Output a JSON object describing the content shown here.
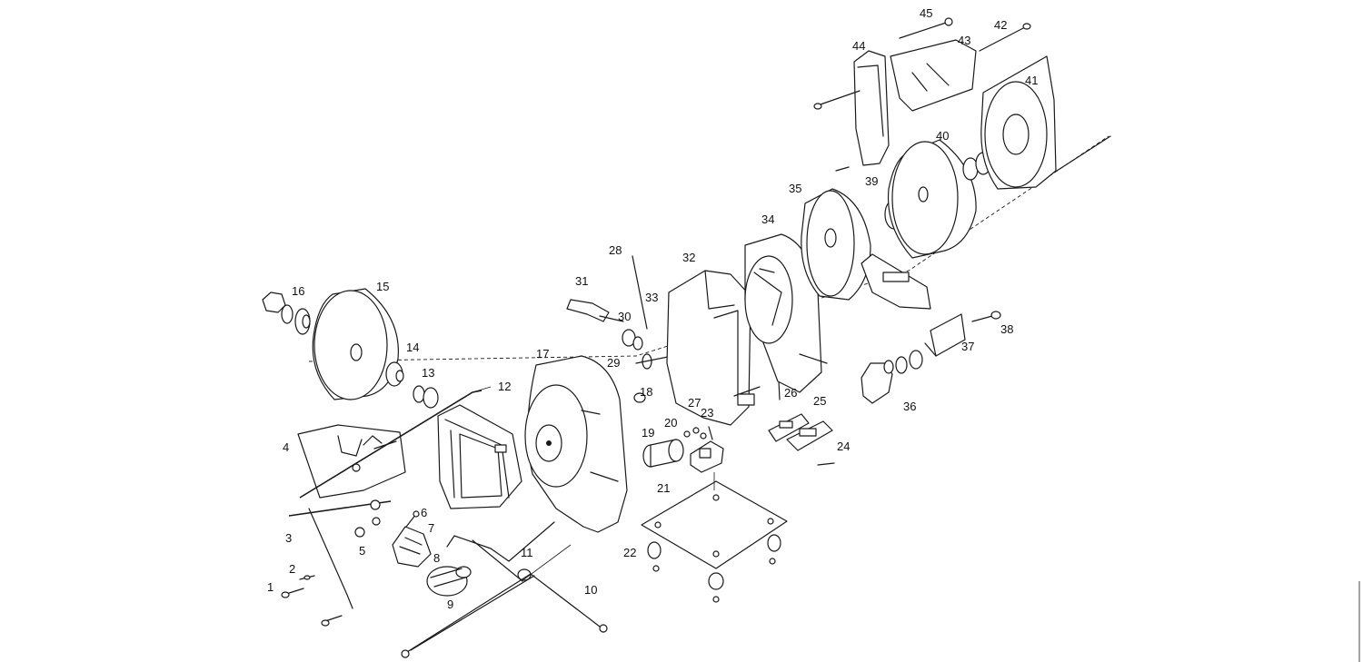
{
  "diagram": {
    "type": "exploded-parts-diagram",
    "parts": [
      {
        "num": "1"
      },
      {
        "num": "2"
      },
      {
        "num": "3"
      },
      {
        "num": "4"
      },
      {
        "num": "5"
      },
      {
        "num": "6"
      },
      {
        "num": "7"
      },
      {
        "num": "8"
      },
      {
        "num": "9"
      },
      {
        "num": "10"
      },
      {
        "num": "11"
      },
      {
        "num": "12"
      },
      {
        "num": "13"
      },
      {
        "num": "14"
      },
      {
        "num": "15"
      },
      {
        "num": "16"
      },
      {
        "num": "17"
      },
      {
        "num": "18"
      },
      {
        "num": "19"
      },
      {
        "num": "20"
      },
      {
        "num": "21"
      },
      {
        "num": "22"
      },
      {
        "num": "23"
      },
      {
        "num": "24"
      },
      {
        "num": "25"
      },
      {
        "num": "26"
      },
      {
        "num": "27"
      },
      {
        "num": "28"
      },
      {
        "num": "29"
      },
      {
        "num": "30"
      },
      {
        "num": "31"
      },
      {
        "num": "32"
      },
      {
        "num": "33"
      },
      {
        "num": "34"
      },
      {
        "num": "35"
      },
      {
        "num": "36"
      },
      {
        "num": "37"
      },
      {
        "num": "38"
      },
      {
        "num": "39"
      },
      {
        "num": "40"
      },
      {
        "num": "41"
      },
      {
        "num": "42"
      },
      {
        "num": "43"
      },
      {
        "num": "44"
      },
      {
        "num": "45"
      }
    ]
  }
}
